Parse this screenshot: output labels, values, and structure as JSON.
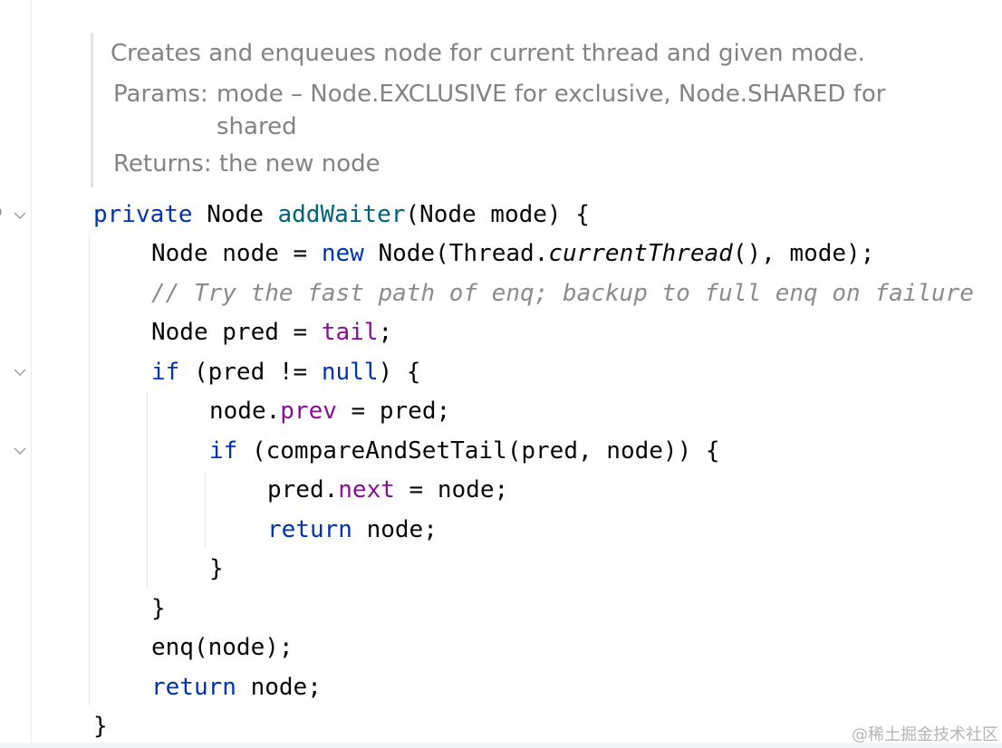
{
  "doc": {
    "summary": "Creates and enqueues node for current thread and given mode.",
    "params_label": "Params:",
    "param_name": "mode",
    "param_desc_1": " – Node.EXCLUSIVE for exclusive, Node.SHARED for",
    "param_desc_2": "shared",
    "returns_label": "Returns:",
    "returns_desc": "the new node"
  },
  "code": {
    "l1": {
      "kw": "private",
      "t1": " Node ",
      "fn": "addWaiter",
      "t2": "(Node mode) {"
    },
    "l2": {
      "t1": "Node node = ",
      "kw": "new",
      "t2": " Node(Thread.",
      "it": "currentThread",
      "t3": "(), mode);"
    },
    "l3": {
      "comment": "// Try the fast path of enq; backup to full enq on failure"
    },
    "l4": {
      "t1": "Node pred = ",
      "fld": "tail",
      "t2": ";"
    },
    "l5": {
      "kw1": "if",
      "t1": " (pred != ",
      "kw2": "null",
      "t2": ") {"
    },
    "l6": {
      "t1": "node.",
      "fld": "prev",
      "t2": " = pred;"
    },
    "l7": {
      "kw": "if",
      "t1": " (compareAndSetTail(pred, node)) {"
    },
    "l8": {
      "t1": "pred.",
      "fld": "next",
      "t2": " = node;"
    },
    "l9": {
      "kw": "return",
      "t1": " node;"
    },
    "l10": {
      "t1": "}"
    },
    "l11": {
      "t1": "}"
    },
    "l12": {
      "t1": "enq(node);"
    },
    "l13": {
      "kw": "return",
      "t1": " node;"
    },
    "l14": {
      "t1": "}"
    }
  },
  "watermark": "@稀土掘金技术社区",
  "colors": {
    "keyword": "#0033b3",
    "function": "#00627a",
    "field": "#871094",
    "comment": "#8c8c8c",
    "doc_text": "#818384"
  },
  "icons": [
    "fold-chevron-icon",
    "implements-marker-icon"
  ]
}
